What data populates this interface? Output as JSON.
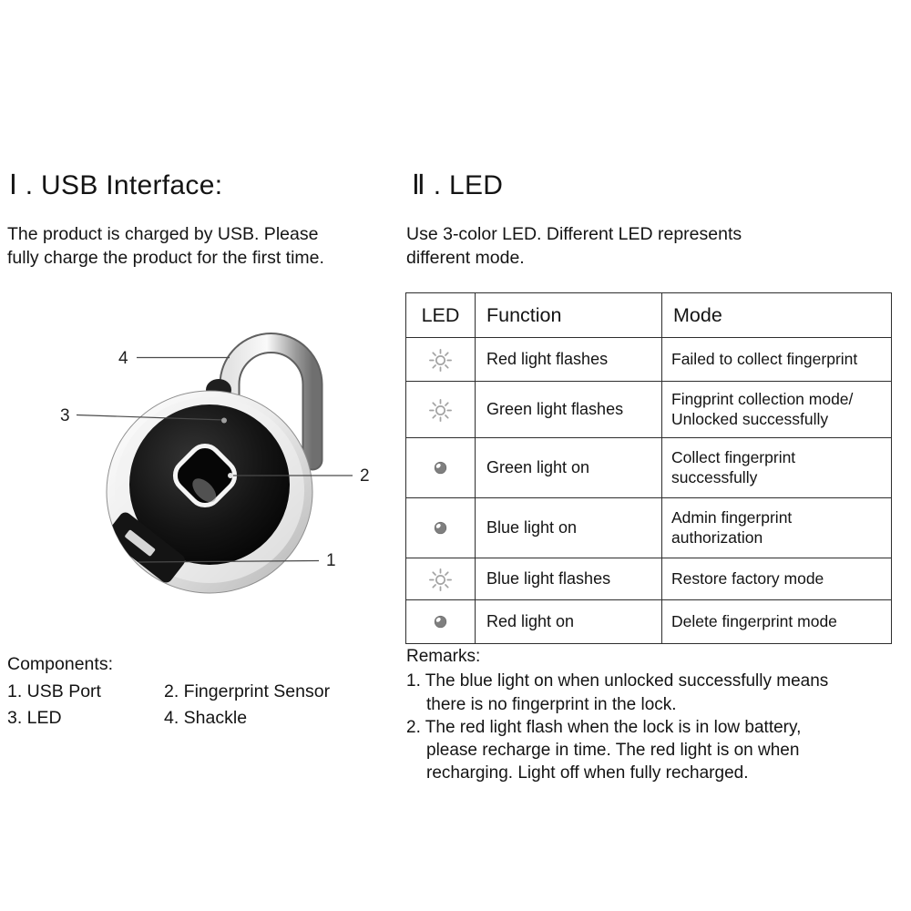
{
  "section_usb": {
    "heading": "Ⅰ . USB Interface:",
    "body": "The product is charged by USB. Please\nfully charge the product for the first time."
  },
  "section_led": {
    "heading": "Ⅱ . LED",
    "body": "Use 3-color LED. Different LED represents\ndifferent mode."
  },
  "diagram": {
    "callouts": {
      "shackle": "4",
      "led": "3",
      "sensor": "2",
      "usb": "1"
    }
  },
  "components": {
    "heading": "Components:",
    "items": [
      {
        "label": "1. USB Port"
      },
      {
        "label": "2. Fingerprint Sensor"
      },
      {
        "label": "3. LED"
      },
      {
        "label": "4. Shackle"
      }
    ]
  },
  "table": {
    "headers": {
      "led": "LED",
      "function": "Function",
      "mode": "Mode"
    },
    "rows": [
      {
        "icon": "flash",
        "function": "Red light flashes",
        "mode": "Failed to collect fingerprint"
      },
      {
        "icon": "flash",
        "function": "Green light flashes",
        "mode": "Fingprint collection mode/\nUnlocked successfully"
      },
      {
        "icon": "on",
        "function": "Green light on",
        "mode": "Collect fingerprint\nsuccessfully"
      },
      {
        "icon": "on",
        "function": "Blue light on",
        "mode": "Admin fingerprint\nauthorization"
      },
      {
        "icon": "flash",
        "function": "Blue light flashes",
        "mode": "Restore factory mode"
      },
      {
        "icon": "on",
        "function": "Red light on",
        "mode": "Delete fingerprint mode"
      }
    ]
  },
  "remarks": {
    "heading": "Remarks:",
    "items": [
      "1. The blue light on when unlocked successfully means\nthere is no fingerprint in the lock.",
      "2. The red light flash when the lock is in low battery,\nplease recharge in time. The red light is on when\nrecharging. Light off when fully recharged."
    ]
  },
  "colors": {
    "metal_light": "#f6f6f6",
    "metal_dark": "#b9b9b9",
    "face_black": "#0a0a0a",
    "line": "#4a4a4a",
    "border": "#2e2e2e"
  }
}
